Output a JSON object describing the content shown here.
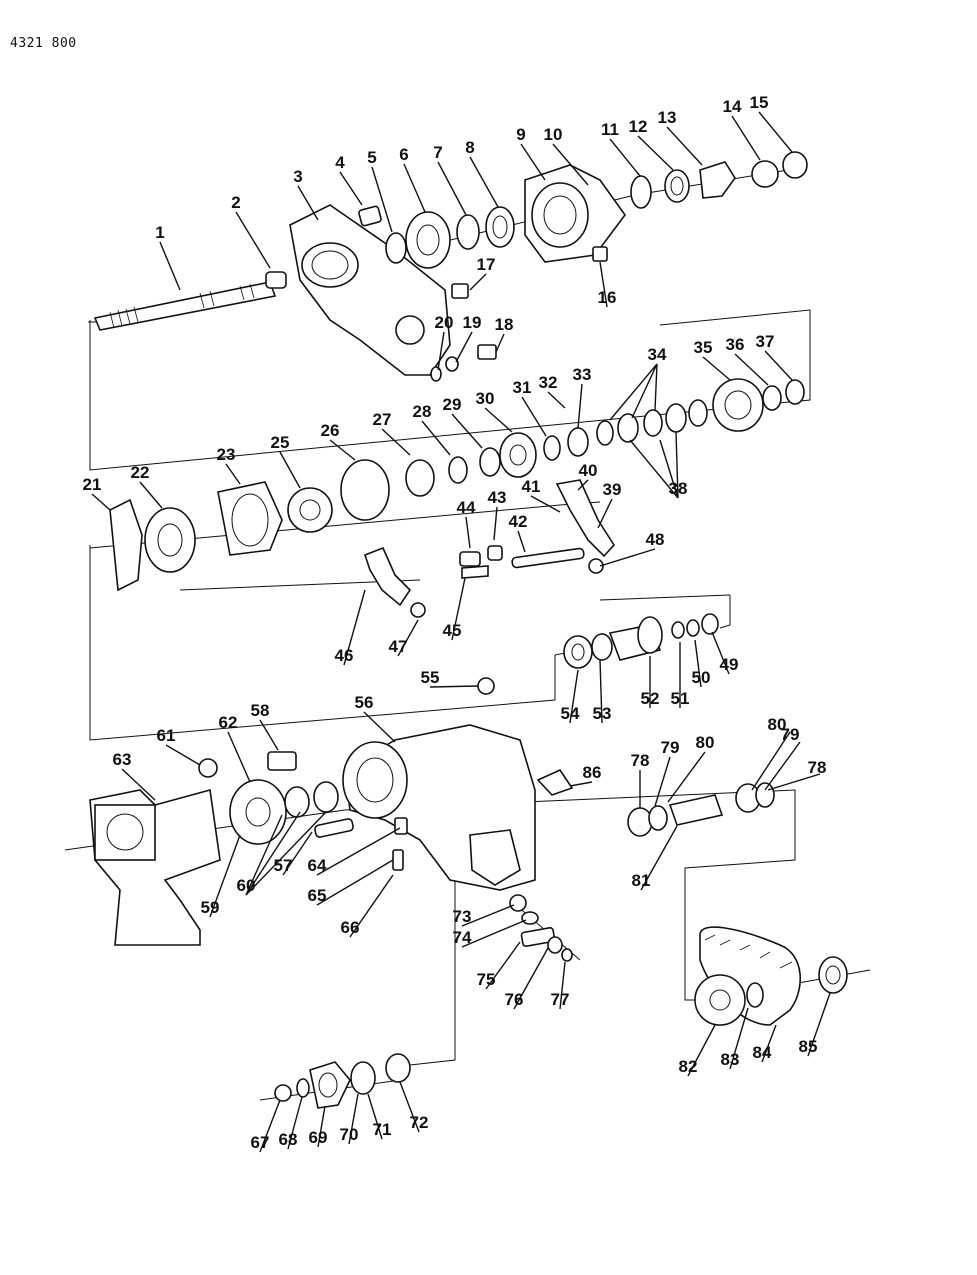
{
  "document_code": "4321  800",
  "part_labels": [
    "1",
    "2",
    "3",
    "4",
    "5",
    "6",
    "7",
    "8",
    "9",
    "10",
    "11",
    "12",
    "13",
    "14",
    "15",
    "16",
    "17",
    "18",
    "19",
    "20",
    "21",
    "22",
    "23",
    "25",
    "26",
    "27",
    "28",
    "29",
    "30",
    "31",
    "32",
    "33",
    "34",
    "35",
    "36",
    "37",
    "38",
    "39",
    "40",
    "41",
    "42",
    "43",
    "44",
    "45",
    "46",
    "47",
    "48",
    "49",
    "50",
    "51",
    "52",
    "53",
    "54",
    "55",
    "56",
    "57",
    "58",
    "59",
    "60",
    "61",
    "62",
    "63",
    "64",
    "65",
    "66",
    "67",
    "68",
    "69",
    "70",
    "71",
    "72",
    "73",
    "74",
    "75",
    "76",
    "77",
    "78",
    "79",
    "80",
    "81",
    "82",
    "83",
    "84",
    "85",
    "86"
  ]
}
